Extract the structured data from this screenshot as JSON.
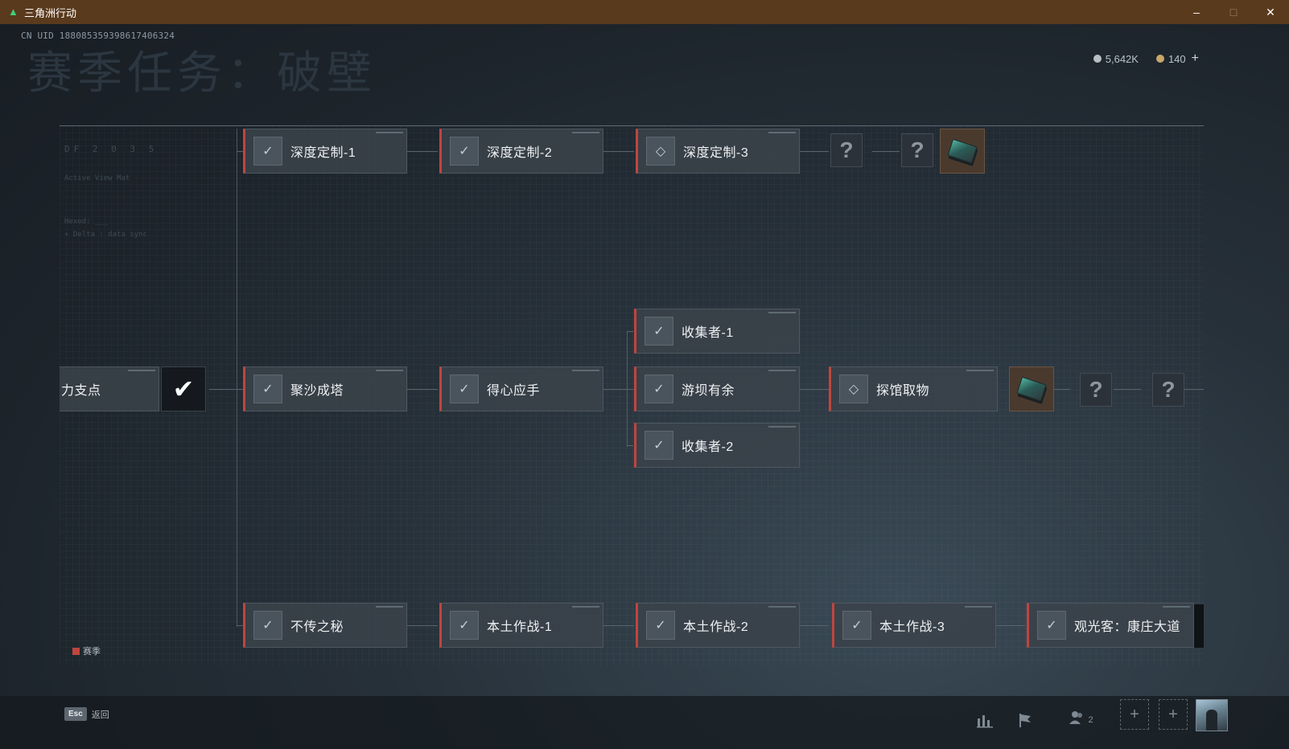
{
  "window": {
    "title": "三角洲行动",
    "minimize": "–",
    "maximize": "□",
    "close": "✕"
  },
  "header": {
    "uid": "CN UID 18808535939861740632​4",
    "page_title": "赛季任务：破壁",
    "currency": [
      {
        "icon": "silver-coin-icon",
        "value": "5,642K"
      },
      {
        "icon": "gold-coin-icon",
        "value": "140"
      }
    ],
    "currency_add": "+"
  },
  "board": {
    "deco": [
      "DF 2 0 3 5",
      "Active View Mat",
      "Hexed: ___",
      "+ Delta : data sync"
    ],
    "row_top": [
      {
        "label": "深度定制-1",
        "icon": "medal-check-icon"
      },
      {
        "label": "深度定制-2",
        "icon": "medal-check-icon"
      },
      {
        "label": "深度定制-3",
        "icon": "diamond-arrow-icon"
      }
    ],
    "row_mid": {
      "start_label": "力支点",
      "start_done": "✔",
      "tasks": [
        {
          "label": "聚沙成塔",
          "icon": "medal-check-icon"
        },
        {
          "label": "得心应手",
          "icon": "medal-check-icon"
        }
      ],
      "branch": [
        {
          "label": "收集者-1",
          "icon": "medal-check-icon"
        },
        {
          "label": "游坝有余",
          "icon": "medal-check-icon"
        },
        {
          "label": "收集者-2",
          "icon": "medal-check-icon"
        }
      ],
      "after": {
        "label": "探馆取物",
        "icon": "diamond-arrow-icon"
      }
    },
    "row_bottom": [
      {
        "label": "不传之秘",
        "icon": "medal-check-icon"
      },
      {
        "label": "本土作战-1",
        "icon": "medal-check-icon"
      },
      {
        "label": "本土作战-2",
        "icon": "medal-check-icon"
      },
      {
        "label": "本土作战-3",
        "icon": "medal-check-icon"
      },
      {
        "label": "观光客：康庄大道",
        "icon": "medal-check-icon"
      }
    ],
    "unknown_glyph": "?",
    "legend_label": "赛季"
  },
  "bottombar": {
    "esc_key": "Esc",
    "esc_label": "返回",
    "squad_count": "2",
    "slot_plus": "+"
  },
  "colors": {
    "titlebar": "#5a3a1c",
    "accent_red": "#c0453f",
    "card_bg": "#3a424a"
  }
}
